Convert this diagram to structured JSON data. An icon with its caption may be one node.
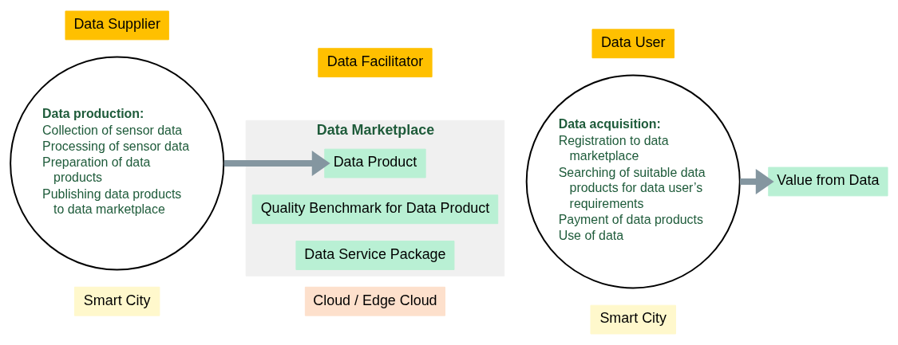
{
  "diagram": {
    "nodes": [
      {
        "text": [
          "Data Facilitator"
        ]
      },
      {
        "text": [
          "Data Marketplace"
        ]
      },
      {
        "text": [
          "Data Service Package"
        ],
        "in": 1
      },
      {
        "text": [
          "Quality Benchmark for Data Product"
        ],
        "in": 1
      },
      {
        "text": [
          "Data Product"
        ],
        "in": 1
      },
      {
        "text": [
          "Data production:",
          "Collection of sensor data",
          "Processing of sensor data",
          "Preparation of data products",
          "Publishing data products to data marketplace"
        ]
      },
      {
        "text": [
          "Data Supplier"
        ]
      },
      {
        "text": [
          "Smart City"
        ]
      },
      {
        "text": [
          "Cloud / Edge Cloud"
        ]
      },
      {
        "text": [
          "Data acquisition:",
          "Registration to data marketplace",
          "Searching of suitable data products for data user’s requirements",
          "Payment of data products",
          "Use of data"
        ]
      },
      {
        "text": [
          "Data User"
        ]
      },
      {
        "text": [
          "Smart City"
        ]
      },
      {
        "text": [
          "Value from Data"
        ]
      }
    ],
    "edges": [
      {
        "from": 5,
        "to": 4,
        "arrow": "to"
      },
      {
        "from": 9,
        "to": 12,
        "arrow": "to"
      }
    ]
  }
}
